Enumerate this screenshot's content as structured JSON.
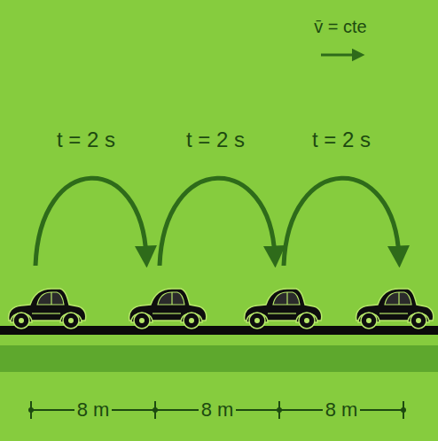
{
  "diagram": {
    "labels": [
      "v̄ = cte",
      "t = 2 s",
      "t = 2 s",
      "t = 2 s",
      "8 m",
      "8 m",
      "8 m"
    ]
  }
}
